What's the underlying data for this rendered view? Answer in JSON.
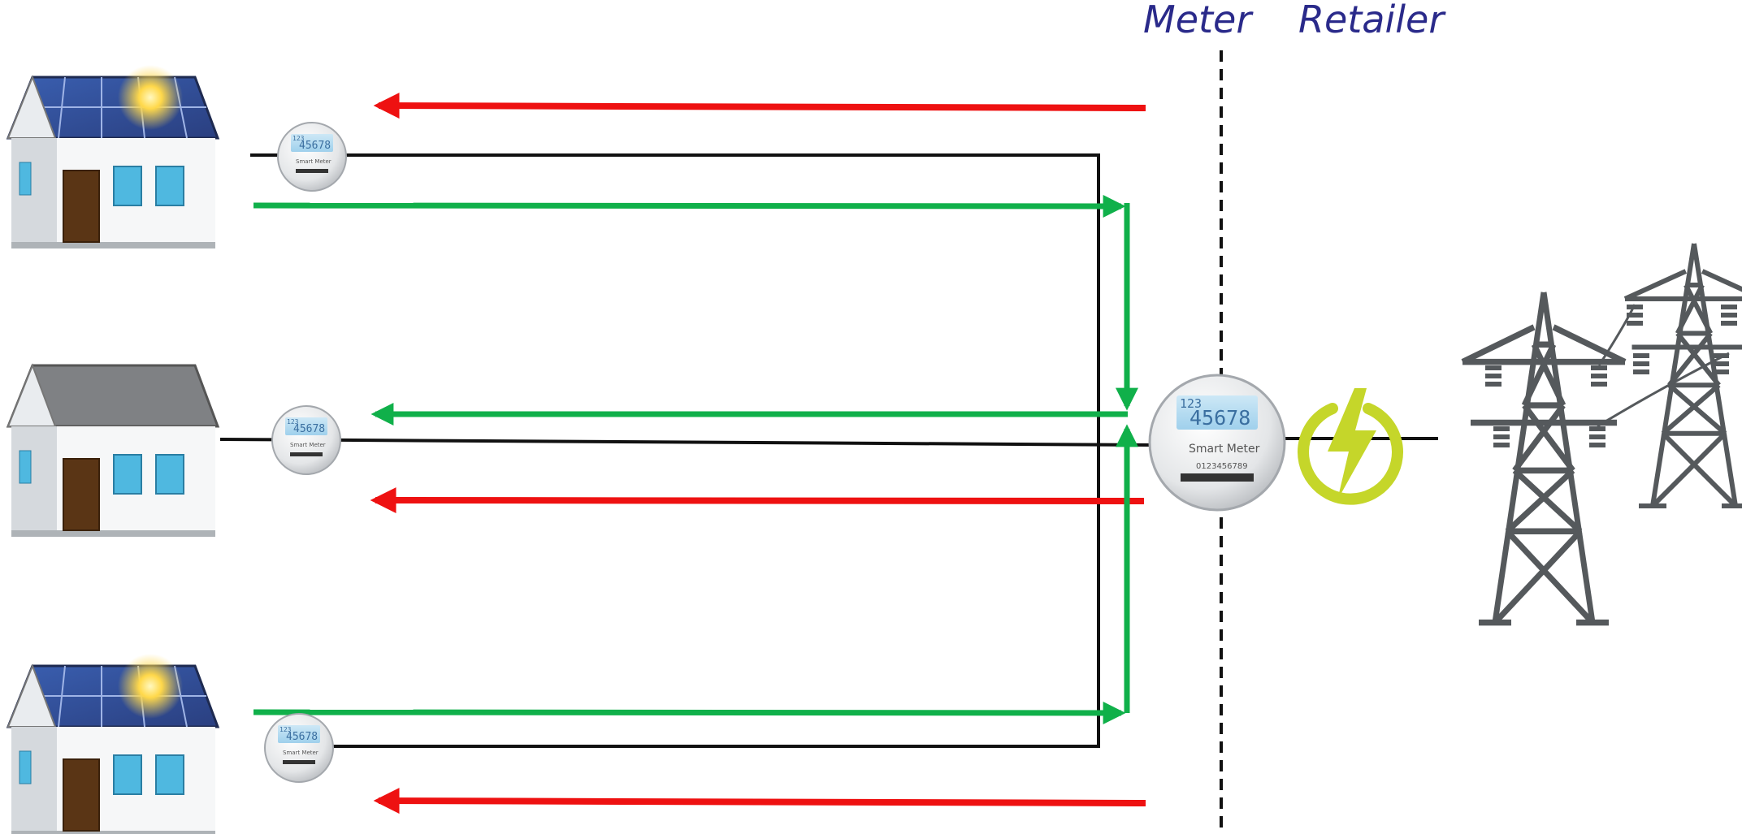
{
  "zones": {
    "meter": "Meter",
    "retailer": "Retailer"
  },
  "colors": {
    "zone_label": "#2a2a8a",
    "import_arrow": "#ee1111",
    "export_arrow": "#10b04a",
    "wire": "#111111",
    "divider": "#111111",
    "tower": "#55595c",
    "power_symbol": "#c5d62a"
  },
  "house_meter": {
    "lcd_top": "123",
    "lcd_main": "45678",
    "brand": "Smart Meter"
  },
  "main_meter": {
    "lcd_top": "123",
    "lcd_main": "45678",
    "brand": "Smart Meter",
    "serial": "0123456789"
  },
  "houses": [
    {
      "roof": "solar",
      "icon": "house-with-solar-panels"
    },
    {
      "roof": "plain",
      "icon": "house"
    },
    {
      "roof": "solar",
      "icon": "house-with-solar-panels"
    }
  ],
  "icons": {
    "power_symbol": "lightning-power-icon",
    "grid": "transmission-tower-icon"
  }
}
